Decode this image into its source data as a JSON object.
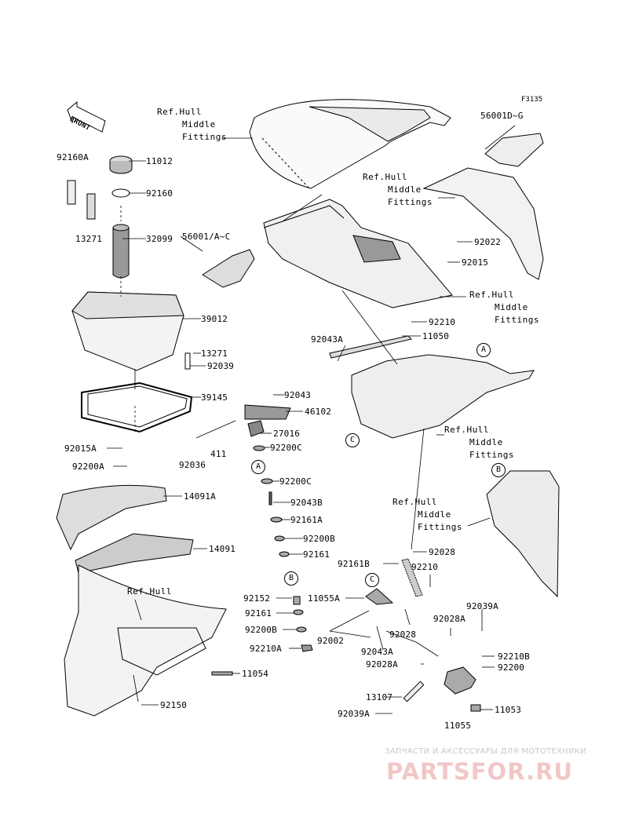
{
  "figure_code": "F3135",
  "front_arrow": "FRONT",
  "ref_labels": {
    "hull_mid_1": [
      "Ref.Hull",
      "Middle",
      "Fittings"
    ],
    "hull_mid_2": [
      "Ref.Hull",
      "Middle",
      "Fittings"
    ],
    "hull_mid_3": [
      "Ref.Hull",
      "Middle",
      "Fittings"
    ],
    "hull_mid_4": [
      "Ref.Hull",
      "Middle",
      "Fittings"
    ],
    "hull_mid_5": [
      "Ref.Hull",
      "Middle",
      "Fittings"
    ],
    "hull": "Ref.Hull"
  },
  "parts": {
    "p11012": "11012",
    "p92160A": "92160A",
    "p92160": "92160",
    "p13271a": "13271",
    "p32099": "32099",
    "p39012": "39012",
    "p13271b": "13271",
    "p92039": "92039",
    "p39145": "39145",
    "p92043": "92043",
    "p46102": "46102",
    "p27016": "27016",
    "p411": "411",
    "p92036": "92036",
    "p92200C_1": "92200C",
    "p92200C_2": "92200C",
    "p92043B": "92043B",
    "p92161A": "92161A",
    "p92200B_1": "92200B",
    "p92161_1": "92161",
    "p92152": "92152",
    "p92161_2": "92161",
    "p92200B_2": "92200B",
    "p92210A": "92210A",
    "p11054": "11054",
    "p92150": "92150",
    "p92015A": "92015A",
    "p92200A": "92200A",
    "p14091A": "14091A",
    "p14091": "14091",
    "p56001DG": "56001D~G",
    "p56001AC": "56001/A~C",
    "p92022": "92022",
    "p92015": "92015",
    "p92210_1": "92210",
    "p92043A_1": "92043A",
    "p11050": "11050",
    "p92028_1": "92028",
    "p92161B": "92161B",
    "p92210_2": "92210",
    "p11055A": "11055A",
    "p92028_2": "92028",
    "p92002": "92002",
    "p92043A_2": "92043A",
    "p92028A_1": "92028A",
    "p92028A_2": "92028A",
    "p92039A_1": "92039A",
    "p92210B": "92210B",
    "p92200": "92200",
    "p13107": "13107",
    "p92039A_2": "92039A",
    "p11055": "11055",
    "p11053": "11053"
  },
  "markers": {
    "a1": "A",
    "a2": "A",
    "b1": "B",
    "b2": "B",
    "c1": "C",
    "c2": "C"
  },
  "watermark": {
    "tagline": "ЗАПЧАСТИ И АКСЕССУАРЫ ДЛЯ МОТОТЕХНИКИ",
    "logo": "PARTSFOR.RU"
  }
}
